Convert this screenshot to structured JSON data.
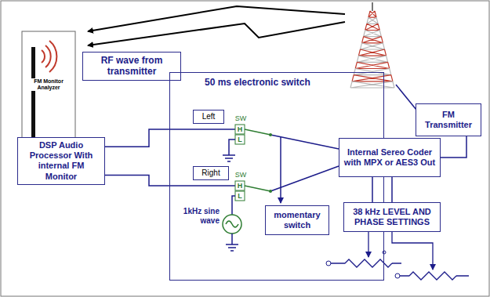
{
  "diagram": {
    "nodes": [
      {
        "text": [
          "RF wave from transmitter"
        ]
      },
      {
        "text": [
          "FM Transmitter"
        ]
      },
      {
        "text": [
          "50 ms electronic switch"
        ]
      },
      {
        "text": [
          "Left"
        ],
        "in": 2
      },
      {
        "text": [
          "Right"
        ],
        "in": 2
      },
      {
        "text": [
          "momentary switch"
        ],
        "in": 2
      },
      {
        "text": [
          "DSP Audio Processor With internal FM Monitor"
        ]
      },
      {
        "text": [
          "Internal Sereo Coder with MPX or AES3 Out"
        ]
      },
      {
        "text": [
          "38 kHz LEVEL AND PHASE SETTINGS"
        ]
      }
    ],
    "edges": [
      {
        "from": 6,
        "to": 2,
        "arrow": "none"
      },
      {
        "from": 6,
        "to": 2,
        "arrow": "none"
      },
      {
        "from": 7,
        "to": 1,
        "arrow": "none"
      },
      {
        "from": 7,
        "to": 8,
        "arrow": "none"
      },
      {
        "from": 7,
        "to": 8,
        "arrow": "none"
      }
    ],
    "labels": [
      "FM Monitor Analyzer",
      "SW",
      "H",
      "L",
      "SW",
      "H",
      "L",
      "1kHz sine wave"
    ]
  }
}
